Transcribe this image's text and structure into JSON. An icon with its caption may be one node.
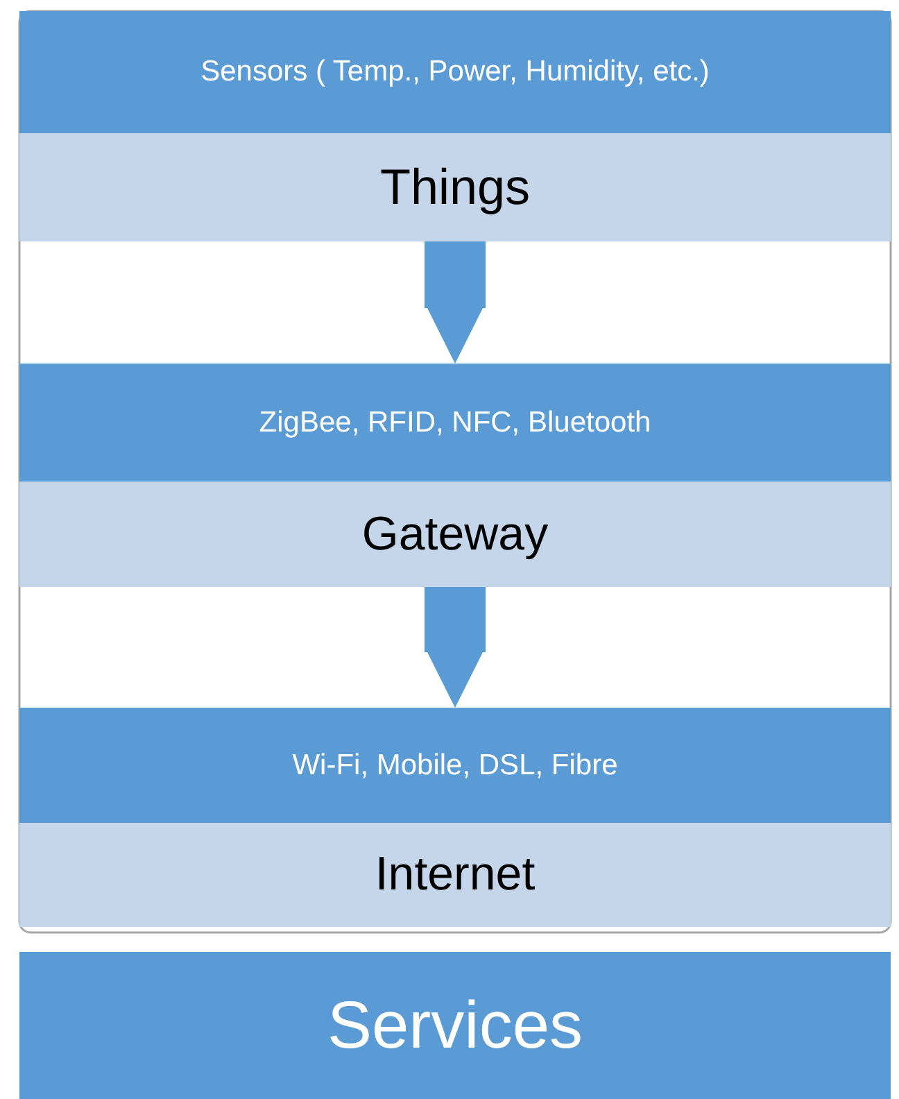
{
  "diagram": {
    "nodes": [
      {
        "text": [
          "Sensors ( Temp., Power, Humidity, etc.)"
        ]
      },
      {
        "text": [
          "Things"
        ]
      },
      {
        "text": [
          "ZigBee, RFID, NFC, Bluetooth"
        ]
      },
      {
        "text": [
          "Gateway"
        ]
      },
      {
        "text": [
          "Wi-Fi, Mobile, DSL, Fibre"
        ]
      },
      {
        "text": [
          "Internet"
        ]
      },
      {
        "text": [
          "Services"
        ]
      }
    ],
    "edges": [
      {
        "from": 1,
        "to": 2,
        "arrow": "to"
      },
      {
        "from": 3,
        "to": 4,
        "arrow": "to"
      }
    ]
  }
}
